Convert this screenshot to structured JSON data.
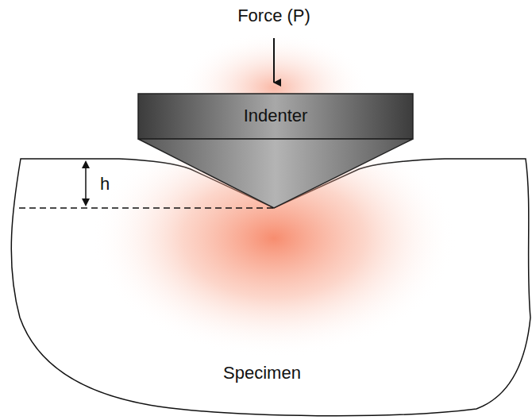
{
  "diagram": {
    "nodes": [
      {
        "text": [
          "Indenter"
        ]
      },
      {
        "text": [
          "Specimen"
        ]
      }
    ],
    "labels": [
      "Force (P)",
      "h"
    ]
  }
}
